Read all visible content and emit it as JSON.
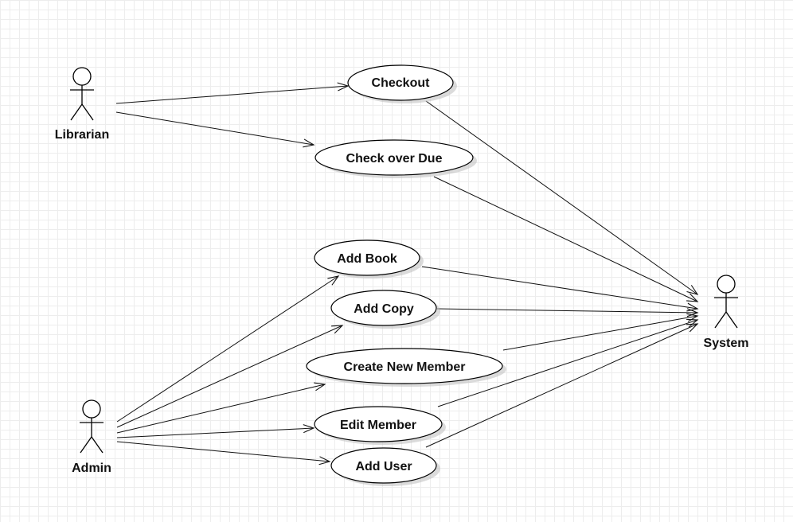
{
  "actors": {
    "librarian": {
      "label": "Librarian"
    },
    "admin": {
      "label": "Admin"
    },
    "system": {
      "label": "System"
    }
  },
  "use_cases": {
    "checkout": "Checkout",
    "check_over_due": "Check over Due",
    "add_book": "Add Book",
    "add_copy": "Add Copy",
    "create_new_member": "Create New Member",
    "edit_member": "Edit Member",
    "add_user": "Add User"
  }
}
